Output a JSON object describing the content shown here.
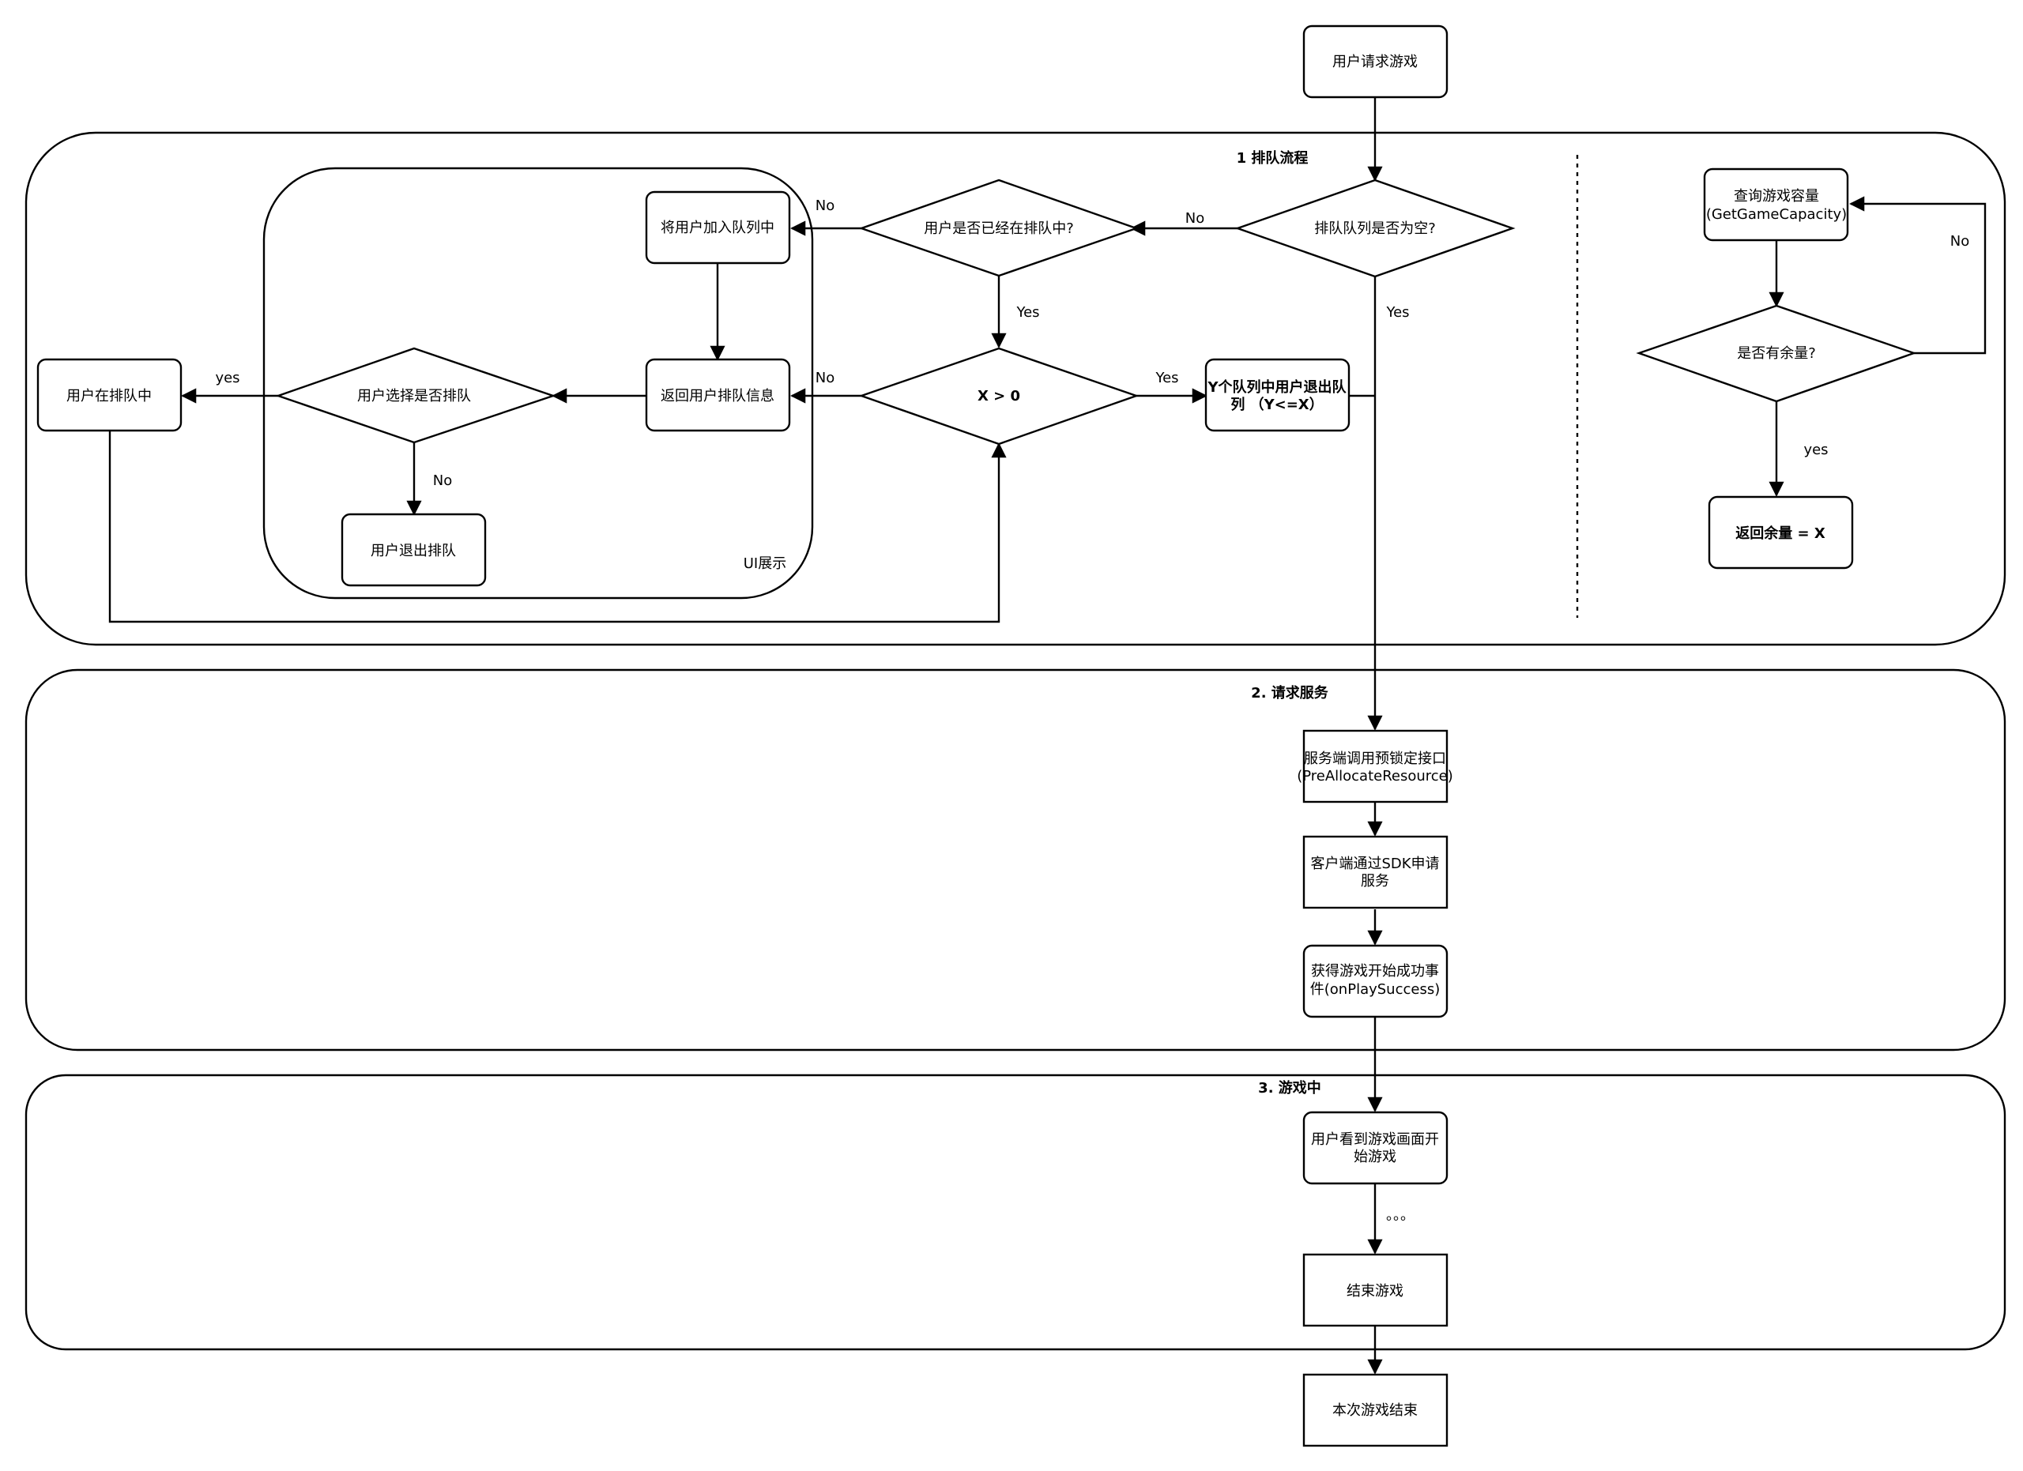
{
  "lanes": {
    "queue": "1 排队流程",
    "service": "2. 请求服务",
    "ingame": "3. 游戏中"
  },
  "group": {
    "ui": "UI展示"
  },
  "nodes": {
    "start": "用户请求游戏",
    "queue_empty": "排队队列是否为空?",
    "already_in_queue": "用户是否已经在排队中?",
    "add_to_queue": "将用户加入队列中",
    "return_queue_info": "返回用户排队信息",
    "choose_queue": "用户选择是否排队",
    "in_queue": "用户在排队中",
    "exit_queue": "用户退出排队",
    "x_gt_0": "X > 0",
    "y_exit_1": "Y个队列中用户退出队",
    "y_exit_2": "列 （Y<=X）",
    "capacity_1": "查询游戏容量",
    "capacity_2": "(GetGameCapacity)",
    "has_remaining": "是否有余量?",
    "return_remaining": "返回余量 = X",
    "prealloc_1": "服务端调用预锁定接口",
    "prealloc_2": "(PreAllocateResource)",
    "sdk_1": "客户端通过SDK申请",
    "sdk_2": "服务",
    "success_1": "获得游戏开始成功事",
    "success_2": "件(onPlaySuccess)",
    "see_game_1": "用户看到游戏画面开",
    "see_game_2": "始游戏",
    "end_game": "结束游戏",
    "session_end": "本次游戏结束"
  },
  "edge_labels": {
    "no_empty_to_already": "No",
    "yes_empty_down": "Yes",
    "no_already_to_add": "No",
    "yes_already_to_x": "Yes",
    "no_x_to_info": "No",
    "yes_x_to_y": "Yes",
    "yes_choose_to_in": "yes",
    "no_choose_to_exit": "No",
    "no_remaining_loop": "No",
    "yes_remaining_down": "yes",
    "ellipsis": "。。。"
  }
}
